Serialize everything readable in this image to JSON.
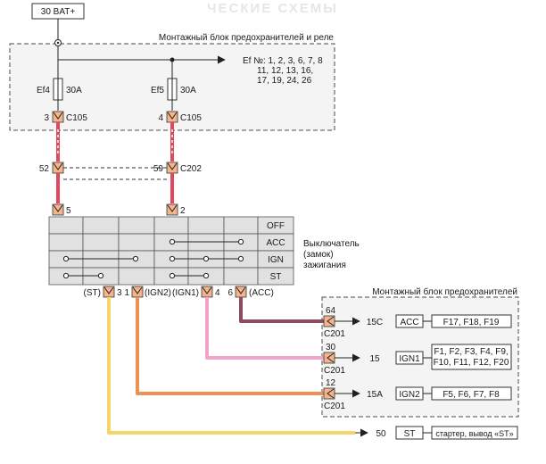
{
  "battery": {
    "label": "30 BAT+"
  },
  "header_faded": "ЧЕСКИЕ СХЕМЫ",
  "relay_block": {
    "title": "Монтажный блок предохранителей и реле",
    "ef_list": [
      "Ef №: 1, 2, 3, 6, 7, 8",
      "11, 12, 13, 16,",
      "17, 19, 24, 26"
    ],
    "fuses": [
      {
        "name": "Ef4",
        "rating": "30A",
        "pin": "3",
        "connector": "C105"
      },
      {
        "name": "Ef5",
        "rating": "30A",
        "pin": "4",
        "connector": "C105"
      }
    ]
  },
  "splice": {
    "pins": [
      "52",
      "59"
    ],
    "connector": "C202"
  },
  "switch_pins": [
    "5",
    "2"
  ],
  "ignition_switch": {
    "label_lines": [
      "Выключатель",
      "(замок)",
      "зажигания"
    ],
    "positions": [
      "OFF",
      "ACC",
      "IGN",
      "ST"
    ],
    "outputs": [
      {
        "label": "(ST)",
        "pin": "3"
      },
      {
        "label": "(IGN2)",
        "pin": "1"
      },
      {
        "label": "(IGN1)",
        "pin": "4"
      },
      {
        "label": "(ACC)",
        "pin": "6"
      }
    ]
  },
  "fuse_block": {
    "title": "Монтажный блок предохранителей",
    "rows": [
      {
        "pin": "64",
        "connector": "C201",
        "terminal": "15C",
        "circuit": "ACC",
        "fuses": [
          "F17, F18, F19"
        ]
      },
      {
        "pin": "30",
        "connector": "C201",
        "terminal": "15",
        "circuit": "IGN1",
        "fuses": [
          "F1, F2, F3, F4, F9,",
          "F10, F11, F12, F20"
        ]
      },
      {
        "pin": "12",
        "connector": "C201",
        "terminal": "15A",
        "circuit": "IGN2",
        "fuses": [
          "F5, F6, F7, F8"
        ]
      }
    ]
  },
  "starter": {
    "terminal": "50",
    "circuit": "ST",
    "description": "стартер, вывод «ST»"
  },
  "colors": {
    "red_wire": "#e2475e",
    "acc_wire": "#8d4a62",
    "ign1_wire": "#f2a3c9",
    "ign2_wire": "#ec9054",
    "st_wire": "#f7d36b"
  }
}
